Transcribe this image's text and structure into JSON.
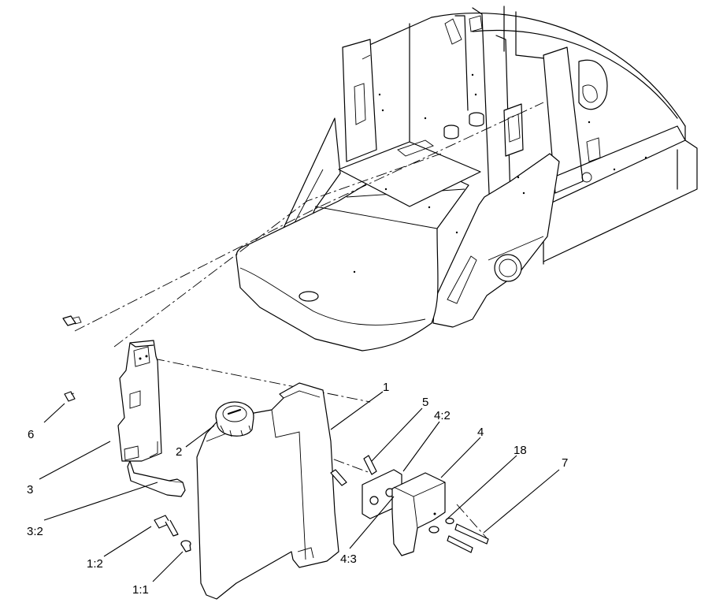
{
  "callouts": {
    "c1": "1",
    "c2": "2",
    "c3": "3",
    "c3_2": "3:2",
    "c4": "4",
    "c4_2": "4:2",
    "c4_3": "4:3",
    "c5": "5",
    "c6": "6",
    "c7": "7",
    "c18": "18",
    "c1_1": "1:1",
    "c1_2": "1:2"
  }
}
